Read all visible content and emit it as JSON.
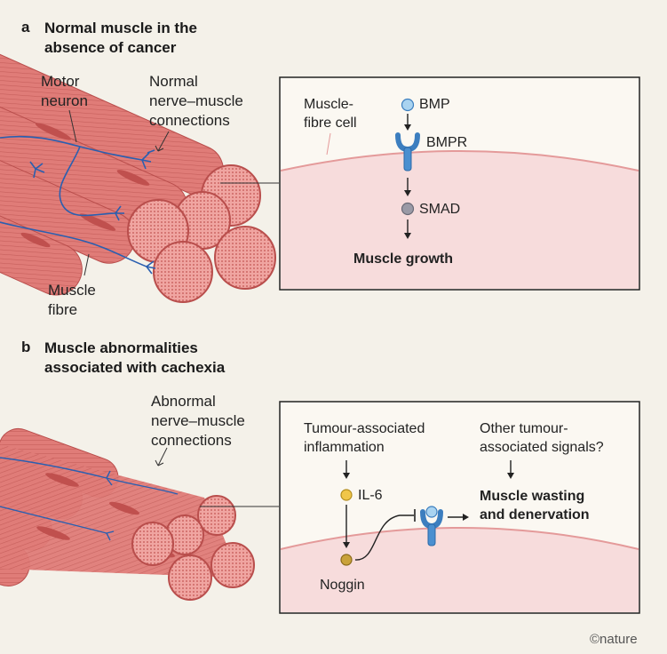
{
  "panel_a": {
    "letter": "a",
    "title_line1": "Normal muscle in the",
    "title_line2": "absence of cancer",
    "label_motor_line1": "Motor",
    "label_motor_line2": "neuron",
    "label_conn_line1": "Normal",
    "label_conn_line2": "nerve–muscle",
    "label_conn_line3": "connections",
    "label_fibre_line1": "Muscle",
    "label_fibre_line2": "fibre",
    "box": {
      "cell_label_line1": "Muscle-",
      "cell_label_line2": "fibre cell",
      "bmp": "BMP",
      "bmpr": "BMPR",
      "smad": "SMAD",
      "outcome": "Muscle growth"
    }
  },
  "panel_b": {
    "letter": "b",
    "title_line1": "Muscle abnormalities",
    "title_line2": "associated with cachexia",
    "label_conn_line1": "Abnormal",
    "label_conn_line2": "nerve–muscle",
    "label_conn_line3": "connections",
    "box": {
      "inflam_line1": "Tumour-associated",
      "inflam_line2": "inflammation",
      "il6": "IL-6",
      "noggin": "Noggin",
      "other_line1": "Other tumour-",
      "other_line2": "associated signals?",
      "outcome_line1": "Muscle wasting",
      "outcome_line2": "and denervation"
    }
  },
  "credit": "©nature",
  "colors": {
    "background": "#f4f1e9",
    "muscle": "#e07c78",
    "muscle_dark": "#b94e4c",
    "nerve": "#2a5fb0",
    "cell_fill": "#f7dcdc",
    "membrane": "#e49a9a",
    "bmp": "#a9d3f0",
    "receptor": "#4a8fd0",
    "smad": "#9a9aa6",
    "il6": "#f0c64a",
    "noggin": "#c9a23a"
  }
}
